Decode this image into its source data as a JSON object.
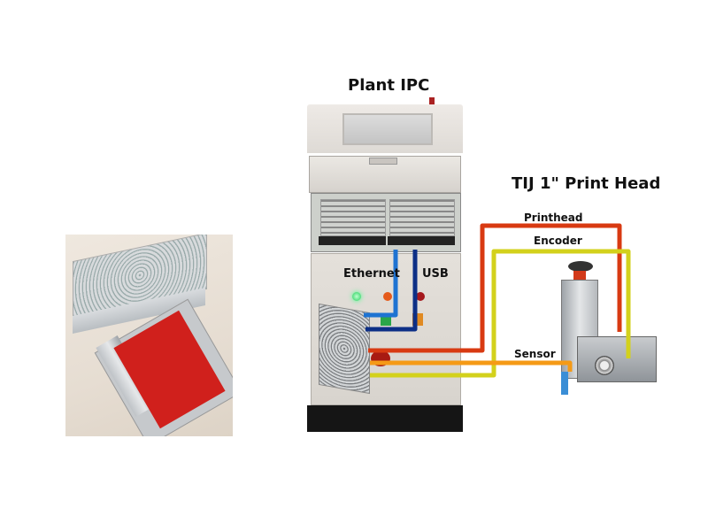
{
  "diagram": {
    "titles": {
      "ipc": "Plant IPC",
      "print_head": "TIJ 1\" Print Head"
    },
    "connections": [
      {
        "label": "Ethernet",
        "color": "#1e73d2"
      },
      {
        "label": "USB",
        "color": "#0d2f86"
      },
      {
        "label": "Printhead",
        "color": "#d83a12"
      },
      {
        "label": "Encoder",
        "color": "#d3d11c"
      },
      {
        "label": "Sensor",
        "color": "#f59a16"
      }
    ],
    "components": {
      "controller_photo": "controller-box-photo",
      "ipc_cabinet": "plant-ipc-cabinet",
      "print_head_unit": "tij-print-head"
    }
  }
}
